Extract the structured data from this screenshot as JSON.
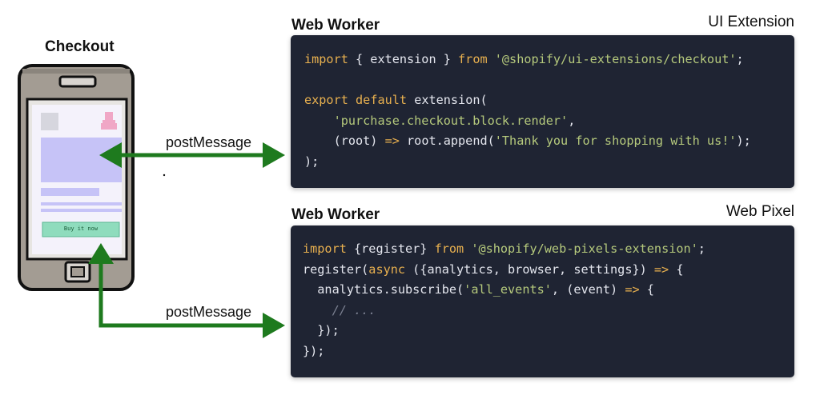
{
  "phone": {
    "title": "Checkout",
    "button_label": "Buy it now"
  },
  "ui_extension": {
    "worker_label": "Web Worker",
    "label": "UI Extension",
    "lines": [
      [
        {
          "t": "import",
          "c": "kw"
        },
        {
          "t": " { extension } ",
          "c": ""
        },
        {
          "t": "from",
          "c": "kw"
        },
        {
          "t": " ",
          "c": ""
        },
        {
          "t": "'@shopify/ui-extensions/checkout'",
          "c": "str"
        },
        {
          "t": ";",
          "c": ""
        }
      ],
      [],
      [
        {
          "t": "export",
          "c": "kw"
        },
        {
          "t": " ",
          "c": ""
        },
        {
          "t": "default",
          "c": "kw"
        },
        {
          "t": " extension(",
          "c": ""
        }
      ],
      [
        {
          "t": "    ",
          "c": ""
        },
        {
          "t": "'purchase.checkout.block.render'",
          "c": "str"
        },
        {
          "t": ",",
          "c": ""
        }
      ],
      [
        {
          "t": "    (root) ",
          "c": ""
        },
        {
          "t": "=>",
          "c": "kw"
        },
        {
          "t": " root.append(",
          "c": ""
        },
        {
          "t": "'Thank you for shopping with us!'",
          "c": "str"
        },
        {
          "t": ");",
          "c": ""
        }
      ],
      [
        {
          "t": ");",
          "c": ""
        }
      ]
    ]
  },
  "web_pixel": {
    "worker_label": "Web Worker",
    "label": "Web Pixel",
    "lines": [
      [
        {
          "t": "import",
          "c": "kw"
        },
        {
          "t": " {register} ",
          "c": ""
        },
        {
          "t": "from",
          "c": "kw"
        },
        {
          "t": " ",
          "c": ""
        },
        {
          "t": "'@shopify/web-pixels-extension'",
          "c": "str"
        },
        {
          "t": ";",
          "c": ""
        }
      ],
      [
        {
          "t": "register(",
          "c": ""
        },
        {
          "t": "async",
          "c": "kw"
        },
        {
          "t": " ({analytics, browser, settings}) ",
          "c": ""
        },
        {
          "t": "=>",
          "c": "kw"
        },
        {
          "t": " {",
          "c": ""
        }
      ],
      [
        {
          "t": "  analytics.subscribe(",
          "c": ""
        },
        {
          "t": "'all_events'",
          "c": "str"
        },
        {
          "t": ", (event) ",
          "c": ""
        },
        {
          "t": "=>",
          "c": "kw"
        },
        {
          "t": " {",
          "c": ""
        }
      ],
      [
        {
          "t": "    ",
          "c": ""
        },
        {
          "t": "// ...",
          "c": "cm"
        }
      ],
      [
        {
          "t": "  });",
          "c": ""
        }
      ],
      [
        {
          "t": "});",
          "c": ""
        }
      ]
    ]
  },
  "arrows": {
    "top_label": "postMessage",
    "bottom_label": "postMessage",
    "color": "#1e7a1e"
  },
  "colors": {
    "code_bg": "#1f2433",
    "keyword": "#e8b04f",
    "string": "#b5c97c",
    "phone_body": "#a39c93",
    "screen_block": "#c6c3f7",
    "buy_button": "#8fdcbd"
  }
}
